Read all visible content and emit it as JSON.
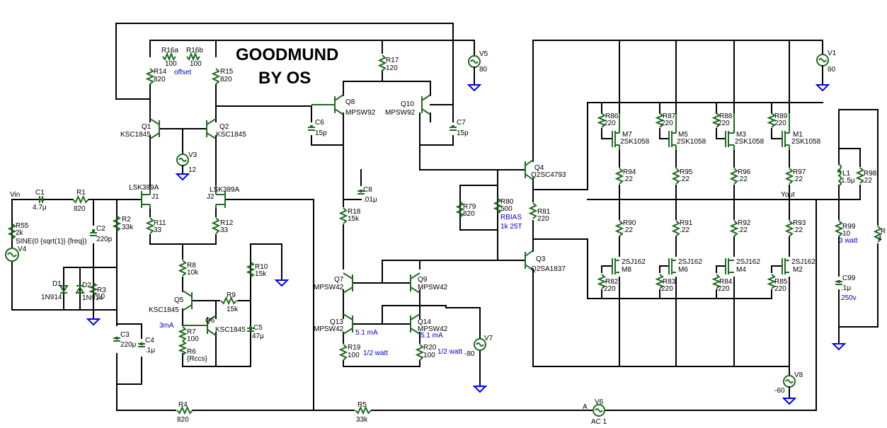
{
  "title": {
    "line1": "GOODMUND",
    "line2": "BY OS"
  },
  "annotations": {
    "offset": "offset",
    "rbias": "RBIAS",
    "rbias_val": "1k 25T",
    "q5_current": "3mA",
    "q13_current": "5.1 mA",
    "q14_current": "5.1 mA",
    "r19_power": "1/2 watt",
    "r20_power": "1/2 watt",
    "r99_power": "3 watt",
    "c99_voltage": "250v",
    "vin": "Vin",
    "vout": "Yout",
    "v6_node": "A"
  },
  "colors": {
    "wire": "#000000",
    "component": "#1f6b1f",
    "ground": "#0000ff",
    "note": "#0000c8"
  },
  "components": {
    "r16a": {
      "name": "R16a",
      "value": "100"
    },
    "r16b": {
      "name": "R16b",
      "value": "100"
    },
    "r14": {
      "name": "R14",
      "value": "820"
    },
    "r15": {
      "name": "R15",
      "value": "820"
    },
    "r17": {
      "name": "R17",
      "value": "120"
    },
    "q1": {
      "name": "Q1",
      "value": "KSC1845"
    },
    "q2": {
      "name": "Q2",
      "value": "KSC1845"
    },
    "v3": {
      "name": "V3",
      "value": "12"
    },
    "v5": {
      "name": "V5",
      "value": "80"
    },
    "v1": {
      "name": "V1",
      "value": "60"
    },
    "q8": {
      "name": "Q8",
      "value": "MPSW92"
    },
    "q10": {
      "name": "Q10",
      "value": "MPSW92"
    },
    "c6": {
      "name": "C6",
      "value": "15p"
    },
    "c7": {
      "name": "C7",
      "value": "15p"
    },
    "j1": {
      "name": "J1",
      "value": "LSK389A"
    },
    "j2": {
      "name": "J2",
      "value": "LSK389A"
    },
    "r11": {
      "name": "R11",
      "value": "33"
    },
    "r12": {
      "name": "R12",
      "value": "33"
    },
    "c1": {
      "name": "C1",
      "value": "4.7μ"
    },
    "r1": {
      "name": "R1",
      "value": "820"
    },
    "r2": {
      "name": "R2",
      "value": "33k"
    },
    "c2": {
      "name": "C2",
      "value": "220p"
    },
    "r55": {
      "name": "R55",
      "value": "2k"
    },
    "v4": {
      "name": "V4",
      "value": "SINE(0 {sqrt(1)} {freq})"
    },
    "d1": {
      "name": "D1",
      "value": "1N914"
    },
    "d2": {
      "name": "D2",
      "value": "1N914"
    },
    "r3": {
      "name": "R3",
      "value": "10"
    },
    "c3": {
      "name": "C3",
      "value": "220μ"
    },
    "c4": {
      "name": "C4",
      "value": ".1μ"
    },
    "r8": {
      "name": "R8",
      "value": "10k"
    },
    "r10": {
      "name": "R10",
      "value": "15k"
    },
    "q5": {
      "name": "Q5",
      "value": "KSC1845"
    },
    "q6": {
      "name": "Q6",
      "value": "KSC1845"
    },
    "r9": {
      "name": "R9",
      "value": "15k"
    },
    "c5": {
      "name": "C5",
      "value": "47μ"
    },
    "r7": {
      "name": "R7",
      "value": "100"
    },
    "r6": {
      "name": "R6",
      "value": "{Rccs}"
    },
    "c8": {
      "name": "C8",
      "value": ".01μ"
    },
    "r18": {
      "name": "R18",
      "value": "15k"
    },
    "q7": {
      "name": "Q7",
      "value": "MPSW42"
    },
    "q9": {
      "name": "Q9",
      "value": "MPSW42"
    },
    "q13": {
      "name": "Q13",
      "value": "MPSW42"
    },
    "q14": {
      "name": "Q14",
      "value": "MPSW42"
    },
    "r19": {
      "name": "R19",
      "value": "100"
    },
    "r20": {
      "name": "R20",
      "value": "100"
    },
    "v7": {
      "name": "V7",
      "value": "-80"
    },
    "r79": {
      "name": "R79",
      "value": "820"
    },
    "r80": {
      "name": "R80",
      "value": "500"
    },
    "r81": {
      "name": "R81",
      "value": "220"
    },
    "q4": {
      "name": "Q4",
      "value": "Q2SC4793"
    },
    "q3": {
      "name": "Q3",
      "value": "Q2SA1837"
    },
    "r86": {
      "name": "R86",
      "value": "220"
    },
    "r87": {
      "name": "R87",
      "value": "220"
    },
    "r88": {
      "name": "R88",
      "value": "220"
    },
    "r89": {
      "name": "R89",
      "value": "220"
    },
    "m7": {
      "name": "M7",
      "value": "2SK1058"
    },
    "m5": {
      "name": "M5",
      "value": "2SK1058"
    },
    "m3": {
      "name": "M3",
      "value": "2SK1058"
    },
    "m1": {
      "name": "M1",
      "value": "2SK1058"
    },
    "r94": {
      "name": "R94",
      "value": ".22"
    },
    "r95": {
      "name": "R95",
      "value": ".22"
    },
    "r96": {
      "name": "R96",
      "value": ".22"
    },
    "r97": {
      "name": "R97",
      "value": ".22"
    },
    "r90": {
      "name": "R90",
      "value": ".22"
    },
    "r91": {
      "name": "R91",
      "value": ".22"
    },
    "r92": {
      "name": "R92",
      "value": ".22"
    },
    "r93": {
      "name": "R93",
      "value": ".22"
    },
    "m8": {
      "name": "M8",
      "value": "2SJ162"
    },
    "m6": {
      "name": "M6",
      "value": "2SJ162"
    },
    "m4": {
      "name": "M4",
      "value": "2SJ162"
    },
    "m2": {
      "name": "M2",
      "value": "2SJ162"
    },
    "r82": {
      "name": "R82",
      "value": "220"
    },
    "r83": {
      "name": "R83",
      "value": "220"
    },
    "r84": {
      "name": "R84",
      "value": "220"
    },
    "r85": {
      "name": "R85",
      "value": "220"
    },
    "l1": {
      "name": "L1",
      "value": "1.5μ"
    },
    "r98": {
      "name": "R98",
      "value": ".22"
    },
    "r99": {
      "name": "R99",
      "value": "10"
    },
    "c99": {
      "name": "C99",
      "value": ".1μ"
    },
    "r4load": {
      "name": "R",
      "value": "4"
    },
    "v8": {
      "name": "V8",
      "value": "-60"
    },
    "r4": {
      "name": "R4",
      "value": "820"
    },
    "r5": {
      "name": "R5",
      "value": "33k"
    },
    "v6": {
      "name": "V6",
      "value": "AC 1"
    }
  }
}
